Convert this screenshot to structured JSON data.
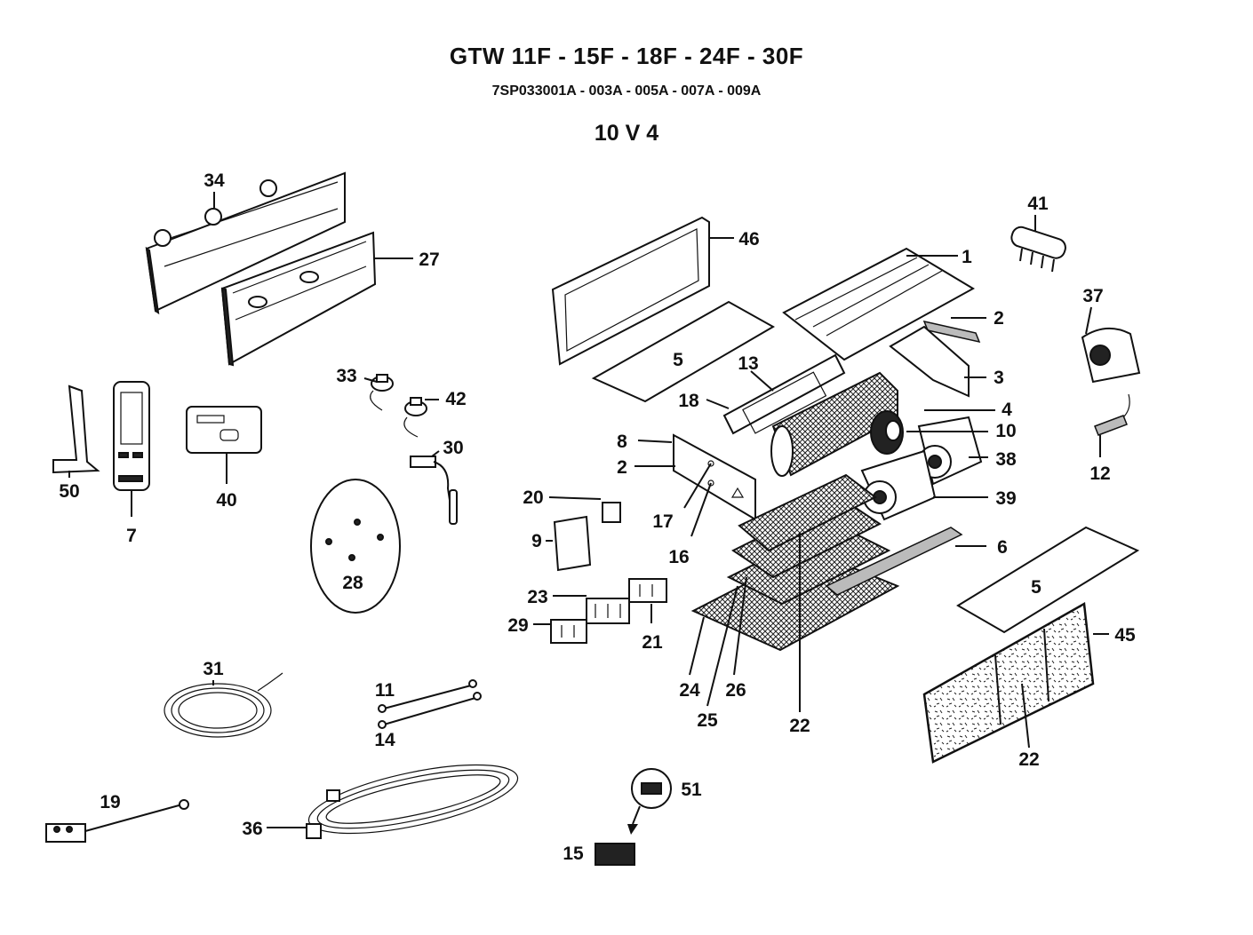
{
  "header": {
    "title": "GTW 11F - 15F - 18F - 24F - 30F",
    "subtitle": "7SP033001A - 003A - 005A - 007A - 009A",
    "model": "10 V 4"
  },
  "part_labels": {
    "p34": "34",
    "p27": "27",
    "p46": "46",
    "p1": "1",
    "p41": "41",
    "p2a": "2",
    "p37": "37",
    "p3": "3",
    "p5a": "5",
    "p13": "13",
    "p33": "33",
    "p42": "42",
    "p18": "18",
    "p4": "4",
    "p10": "10",
    "p30": "30",
    "p8": "8",
    "p38": "38",
    "p12": "12",
    "p2b": "2",
    "p17": "17",
    "p50": "50",
    "p40": "40",
    "p20": "20",
    "p39": "39",
    "p7": "7",
    "p9": "9",
    "p16": "16",
    "p6": "6",
    "p28": "28",
    "p23": "23",
    "p5b": "5",
    "p29": "29",
    "p21": "21",
    "p45": "45",
    "p31": "31",
    "p11": "11",
    "p24": "24",
    "p26": "26",
    "p14": "14",
    "p25": "25",
    "p22a": "22",
    "p22b": "22",
    "p51": "51",
    "p19": "19",
    "p36": "36",
    "p15": "15"
  }
}
